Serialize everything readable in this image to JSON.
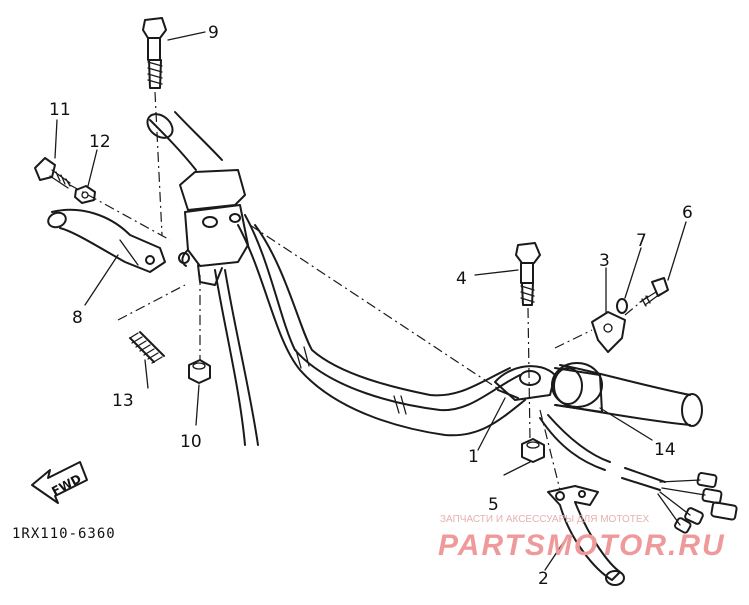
{
  "diagram": {
    "callouts": [
      "1",
      "2",
      "3",
      "4",
      "5",
      "6",
      "7",
      "8",
      "9",
      "10",
      "11",
      "12",
      "13",
      "14"
    ],
    "drawing_code": "1RX110-6360",
    "direction_label": "FWD"
  },
  "watermark": {
    "caption": "ЗАПЧАСТИ И АКСЕССУАРЫ ДЛЯ МОТОТЕХ",
    "brand": "PARTSMOTOR.RU"
  }
}
